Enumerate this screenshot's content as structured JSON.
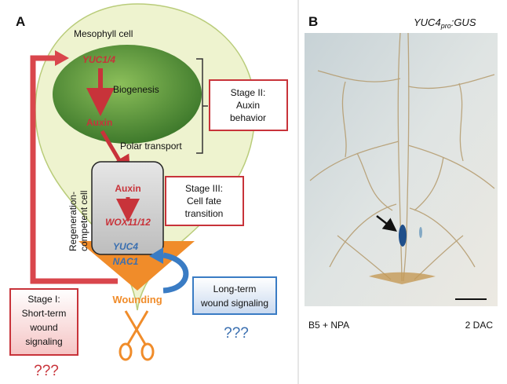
{
  "panel_a": {
    "label": "A",
    "mesophyll_cell": "Mesophyll cell",
    "yuc14": "YUC1/4",
    "biogenesis": "Biogenesis",
    "auxin_top": "Auxin",
    "polar_transport": "Polar transport",
    "regen_cell_line1": "Regeneration-",
    "regen_cell_line2": "competent cell",
    "auxin_inner": "Auxin",
    "wox": "WOX11/12",
    "yuc4": "YUC4",
    "nac1": "NAC1",
    "wounding": "Wounding",
    "stage2": [
      "Stage II:",
      "Auxin",
      "behavior"
    ],
    "stage3": [
      "Stage III:",
      "Cell fate",
      "transition"
    ],
    "stage1": [
      "Stage I:",
      "Short-term",
      "wound",
      "signaling"
    ],
    "long_term": [
      "Long-term",
      "wound signaling"
    ],
    "qmarks_red": "???",
    "qmarks_blue": "???"
  },
  "panel_b": {
    "label": "B",
    "title_gene": "YUC4",
    "title_sub": "pro",
    "title_suffix": ":GUS",
    "treatment": "B5 + NPA",
    "time": "2 DAC"
  },
  "colors": {
    "red": "#c8333a",
    "blue": "#3a6fb0",
    "orange": "#f08c2a",
    "leaf_fill": "#eef3cf",
    "mesophyll_green": "#4d8a3a"
  }
}
